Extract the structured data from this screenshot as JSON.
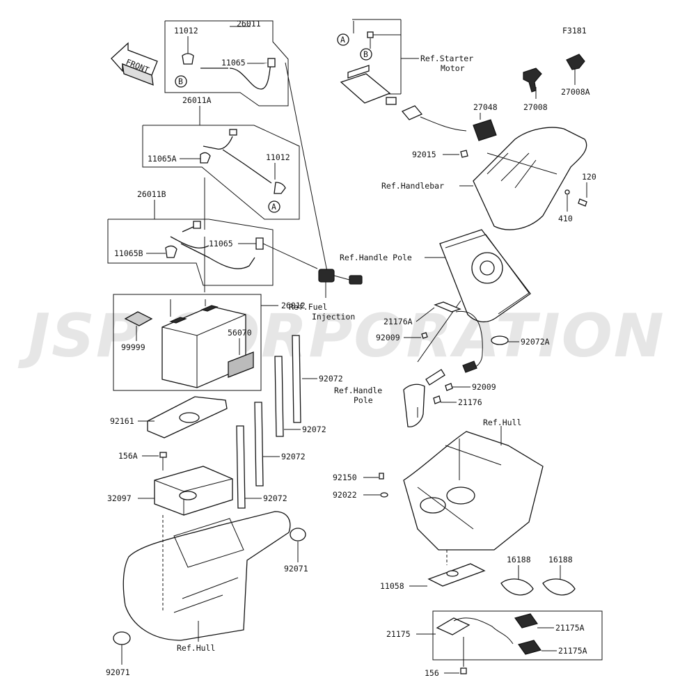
{
  "figure_code": "F3181",
  "front_label": "FRONT",
  "watermark": "JSP CORPORATION",
  "callouts": {
    "c26011": "26011",
    "c11012_top": "11012",
    "c11065_top": "11065",
    "c26011A": "26011A",
    "c11065A": "11065A",
    "c11012_mid": "11012",
    "c26011B": "26011B",
    "c11065_mid": "11065",
    "c11065B": "11065B",
    "c26012": "26012",
    "c99999": "99999",
    "c56070": "56070",
    "c92072_a": "92072",
    "c92072_b": "92072",
    "c92072_c": "92072",
    "c92072_d": "92072",
    "c92161": "92161",
    "c156A": "156A",
    "c32097": "32097",
    "c92071_a": "92071",
    "c92071_b": "92071",
    "c27048": "27048",
    "c92015": "92015",
    "c27008": "27008",
    "c27008A": "27008A",
    "c120": "120",
    "c410": "410",
    "c21176A": "21176A",
    "c92009_a": "92009",
    "c92072A": "92072A",
    "c92009_b": "92009",
    "c21176": "21176",
    "c92150": "92150",
    "c92022": "92022",
    "c16188_a": "16188",
    "c16188_b": "16188",
    "c11058": "11058",
    "c21175": "21175",
    "c21175A_a": "21175A",
    "c21175A_b": "21175A",
    "c156": "156"
  },
  "references": {
    "starter_1": "Ref.Starter",
    "starter_2": "Motor",
    "handlebar": "Ref.Handlebar",
    "fuel_1": "Ref.Fuel",
    "fuel_2": "Injection",
    "handle_pole_top": "Ref.Handle Pole",
    "handle_pole_1": "Ref.Handle",
    "handle_pole_2": "Pole",
    "hull_right": "Ref.Hull",
    "hull_left": "Ref.Hull"
  },
  "markers": {
    "a_top": "A",
    "a_mid": "A",
    "b_top": "B",
    "b_left": "B"
  }
}
